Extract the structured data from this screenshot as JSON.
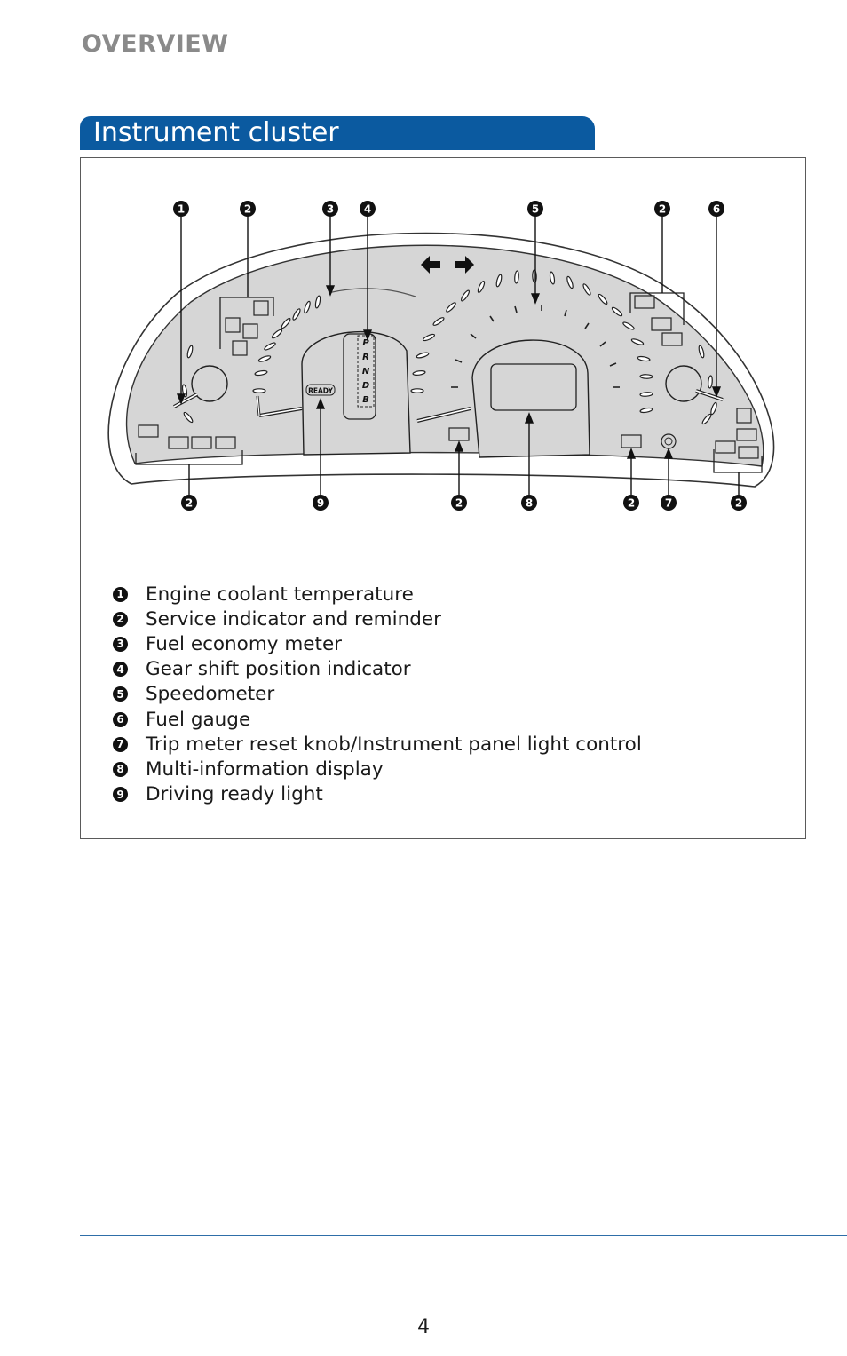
{
  "header": {
    "section": "OVERVIEW"
  },
  "banner": {
    "title": "Instrument cluster"
  },
  "diagram": {
    "shift_letters": [
      "P",
      "R",
      "N",
      "D",
      "B"
    ],
    "ready_label": "READY",
    "callouts_top": [
      "1",
      "2",
      "3",
      "4",
      "5",
      "2",
      "6"
    ],
    "callouts_bottom": [
      "2",
      "9",
      "2",
      "8",
      "2",
      "7",
      "2"
    ]
  },
  "legend": [
    {
      "num": "1",
      "label": "Engine coolant temperature"
    },
    {
      "num": "2",
      "label": "Service indicator and reminder"
    },
    {
      "num": "3",
      "label": "Fuel economy meter"
    },
    {
      "num": "4",
      "label": "Gear shift position indicator"
    },
    {
      "num": "5",
      "label": "Speedometer"
    },
    {
      "num": "6",
      "label": "Fuel gauge"
    },
    {
      "num": "7",
      "label": "Trip meter reset knob/Instrument panel light control"
    },
    {
      "num": "8",
      "label": "Multi-information display"
    },
    {
      "num": "9",
      "label": "Driving ready light"
    }
  ],
  "footer": {
    "page_number": "4"
  },
  "colors": {
    "accent_blue": "#0b5aa0",
    "panel_gray": "#d6d6d6",
    "heading_gray": "#8a8a8a"
  }
}
